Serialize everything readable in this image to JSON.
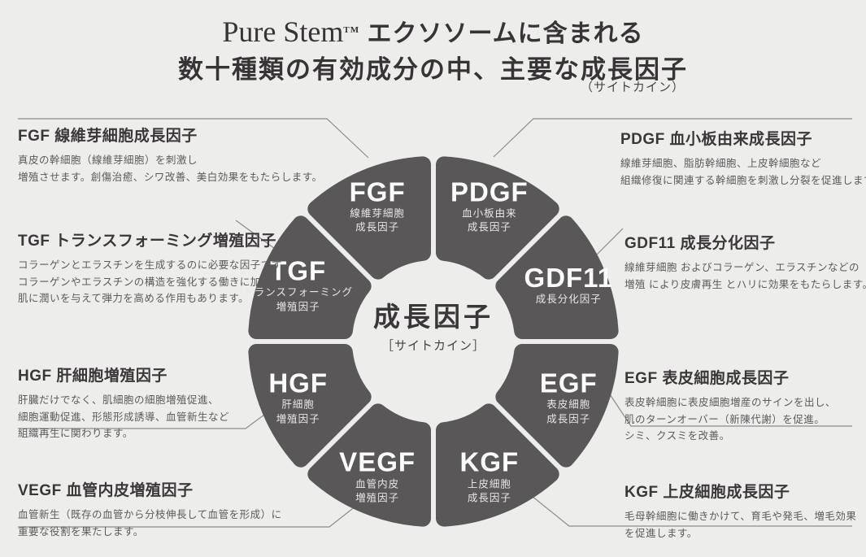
{
  "title": {
    "brand": "Pure Stem",
    "brand_tm": "TM",
    "line1_suffix": " エクソソームに含まれる",
    "line2": "数十種類の有効成分の中、主要な成長因子",
    "line3": "（サイトカイン）"
  },
  "center": {
    "title": "成長因子",
    "subtitle": "［サイトカイン］"
  },
  "colors": {
    "background": "#ededec",
    "ring": "#595757",
    "connector": "#8d8b8b",
    "heading_text": "#3b3738",
    "body_text": "#5c5a5a"
  },
  "segments": [
    {
      "acronym": "FGF",
      "sub": [
        "線維芽細胞",
        "成長因子"
      ]
    },
    {
      "acronym": "PDGF",
      "sub": [
        "血小板由来",
        "成長因子"
      ]
    },
    {
      "acronym": "GDF11",
      "sub": [
        "成長分化因子"
      ]
    },
    {
      "acronym": "EGF",
      "sub": [
        "表皮細胞",
        "成長因子"
      ]
    },
    {
      "acronym": "KGF",
      "sub": [
        "上皮細胞",
        "成長因子"
      ]
    },
    {
      "acronym": "VEGF",
      "sub": [
        "血管内皮",
        "増殖因子"
      ]
    },
    {
      "acronym": "HGF",
      "sub": [
        "肝細胞",
        "増殖因子"
      ]
    },
    {
      "acronym": "TGF",
      "sub": [
        "トランスフォーミング",
        "増殖因子"
      ]
    }
  ],
  "callouts": [
    {
      "id": "fgf",
      "heading": "FGF 線維芽細胞成長因子",
      "body": [
        "真皮の幹細胞（線維芽細胞）を刺激し",
        "増殖させます。創傷治癒、シワ改善、美白効果をもたらします。"
      ]
    },
    {
      "id": "tgf",
      "heading": "TGF トランスフォーミング増殖因子",
      "body": [
        "コラーゲンとエラスチンを生成するのに必要な因子です。",
        "コラーゲンやエラスチンの構造を強化する働きに加え、",
        "肌に潤いを与えて弾力を高める作用もあります。"
      ]
    },
    {
      "id": "hgf",
      "heading": "HGF 肝細胞増殖因子",
      "body": [
        "肝臓だけでなく、肌細胞の細胞増殖促進、",
        "細胞運動促進、形態形成誘導、血管新生など",
        "組織再生に関わります。"
      ]
    },
    {
      "id": "vegf",
      "heading": "VEGF 血管内皮増殖因子",
      "body": [
        "血管新生（既存の血管から分枝伸長して血管を形成）に",
        "重要な役割を果たします。"
      ]
    },
    {
      "id": "pdgf",
      "heading": "PDGF 血小板由来成長因子",
      "body": [
        "線維芽細胞、脂肪幹細胞、上皮幹細胞など",
        "組織修復に関連する幹細胞を刺激し分裂を促進します。"
      ]
    },
    {
      "id": "gdf11",
      "heading": "GDF11 成長分化因子",
      "body": [
        "線維芽細胞 およびコラーゲン、エラスチンなどの",
        "増殖 により皮膚再生 とハリに効果をもたらします。"
      ]
    },
    {
      "id": "egf",
      "heading": "EGF 表皮細胞成長因子",
      "body": [
        "表皮幹細胞に表皮細胞増産のサインを出し、",
        "肌のターンオーバー（新陳代謝）を促進。",
        "シミ、クスミを改善。"
      ]
    },
    {
      "id": "kgf",
      "heading": "KGF 上皮細胞成長因子",
      "body": [
        "毛母幹細胞に働きかけて、育毛や発毛、増毛効果",
        "を促進します。"
      ]
    }
  ]
}
